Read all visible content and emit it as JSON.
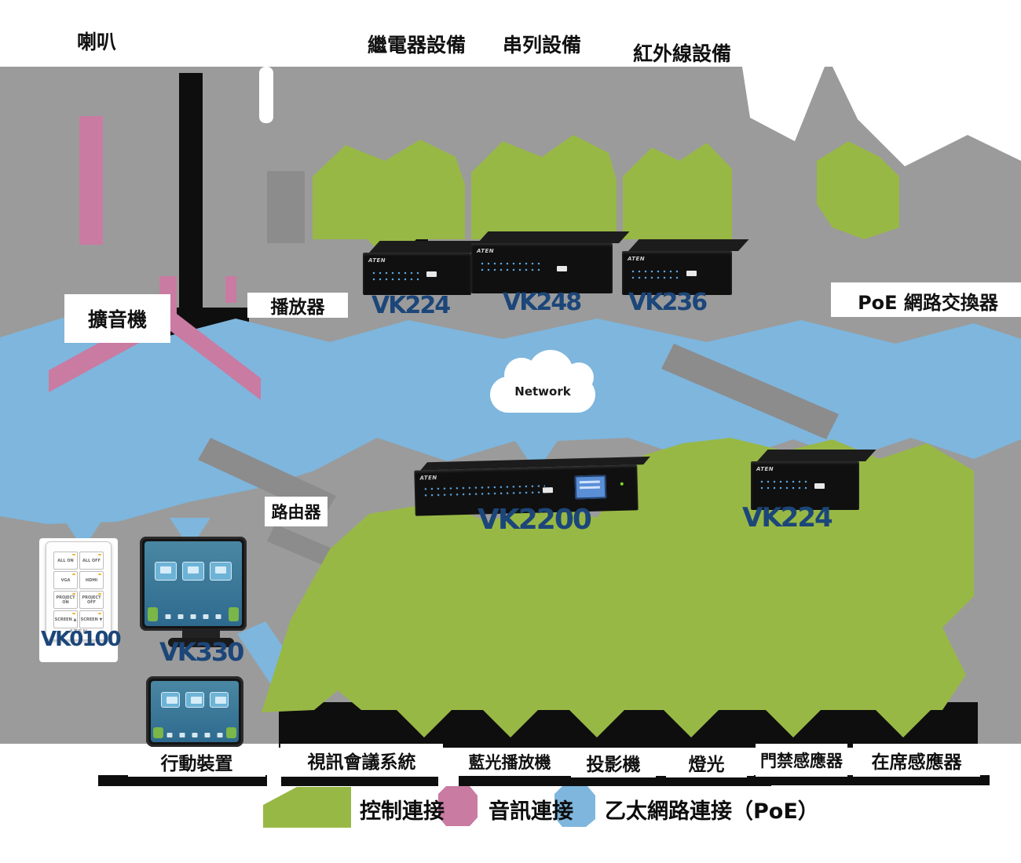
{
  "brand": "ATEN",
  "colors": {
    "background_gray": "#9b9b9b",
    "control_green": "#98b845",
    "audio_pink": "#c97ba2",
    "ethernet_blue": "#7eb6dd",
    "model_navy": "#1c4679",
    "device_black": "#101010"
  },
  "top_labels": {
    "speakers": "喇叭",
    "relay_devices": "繼電器設備",
    "serial_devices": "串列設備",
    "ir_devices": "紅外線設備"
  },
  "labels": {
    "amplifier": "擴音機",
    "player": "播放器",
    "poe_switch": "PoE 網路交換器",
    "router": "路由器",
    "network": "Network"
  },
  "bottom_labels": {
    "mobile_device": "行動裝置",
    "video_conference": "視訊會議系統",
    "bluray_player": "藍光播放機",
    "projector": "投影機",
    "lighting": "燈光",
    "door_sensor": "門禁感應器",
    "occupancy_sensor": "在席感應器"
  },
  "models": {
    "expansion_box_1": "VK224",
    "expansion_box_2": "VK248",
    "expansion_box_3": "VK236",
    "control_box": "VK2200",
    "remote_expansion_box": "VK224",
    "keypad": "VK0100",
    "touch_panel": "VK330"
  },
  "keypad": {
    "buttons": [
      "ALL ON",
      "ALL OFF",
      "VGA",
      "HDMI",
      "PROJECT ON",
      "PROJECT OFF",
      "SCREEN ▲",
      "SCREEN ▼"
    ]
  },
  "legend": [
    {
      "color": "#98b845",
      "label": "控制連接"
    },
    {
      "color": "#c97ba2",
      "label": "音訊連接"
    },
    {
      "color": "#7eb6dd",
      "label": "乙太網路連接（PoE）"
    }
  ]
}
